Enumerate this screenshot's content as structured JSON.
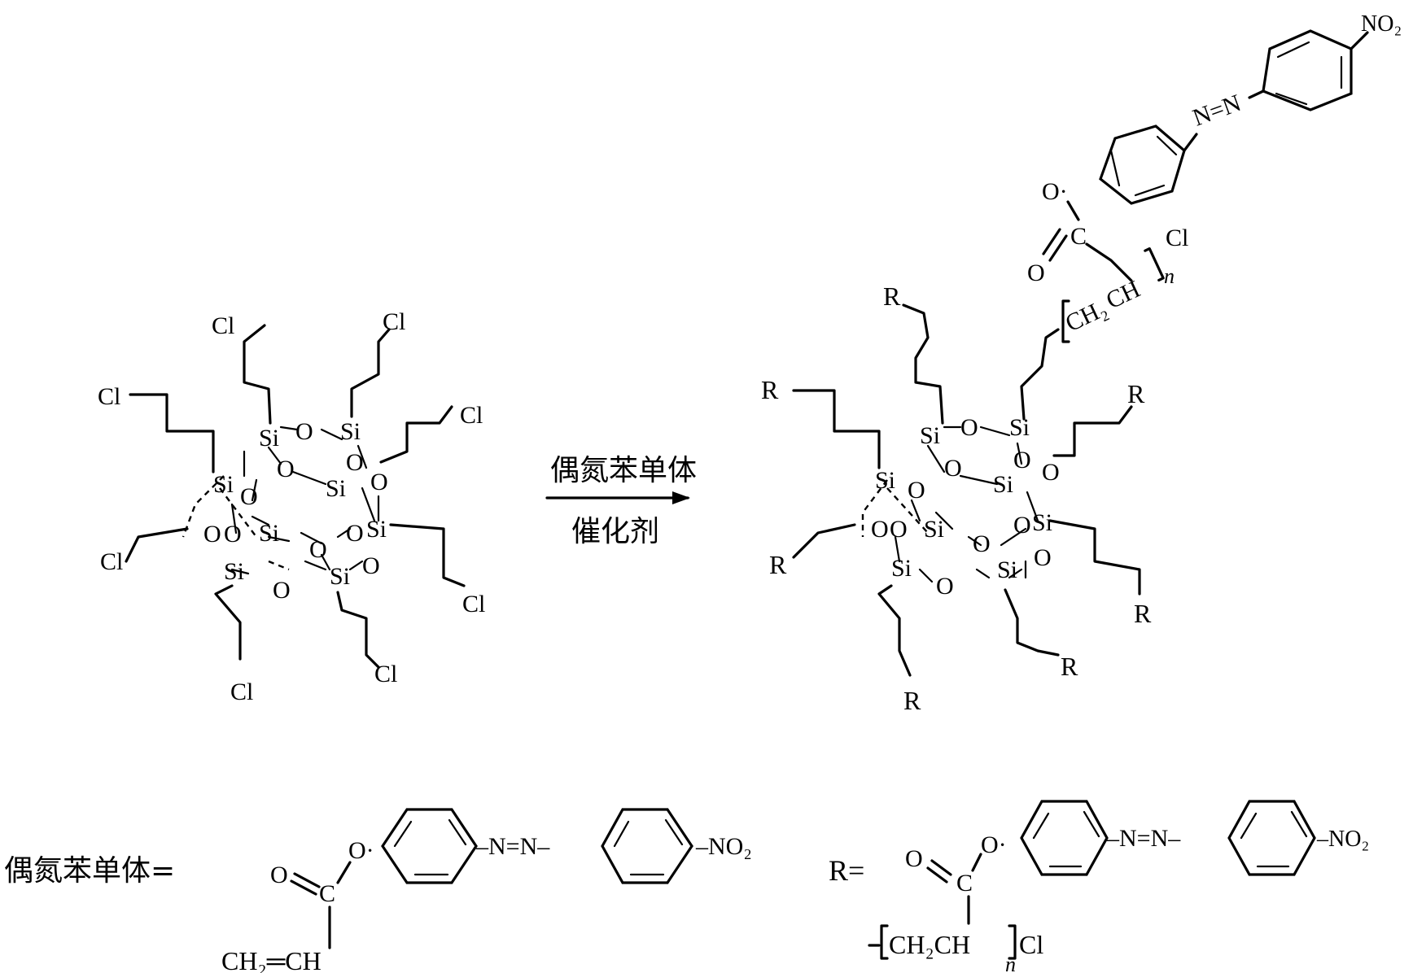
{
  "labels": {
    "si": "Si",
    "o": "O",
    "cl": "Cl",
    "r": "R",
    "nitro": "NO₂",
    "nitro_dash": "–NO₂",
    "azo": "N=N",
    "azo_dash": "–N=N–",
    "carbonyl_c": "C",
    "carbonyl_o": "O",
    "ester_o": "O·",
    "ch2": "CH₂",
    "ch": "CH",
    "vinyl": "CH₂═CH",
    "polymer_unit": "CH₂CH",
    "subscript_n": "n"
  },
  "arrow": {
    "reagent_top": "偶氮苯单体",
    "reagent_bottom": "催化剂"
  },
  "definitions": {
    "monomer_label": "偶氮苯单体=",
    "r_label": "R="
  }
}
